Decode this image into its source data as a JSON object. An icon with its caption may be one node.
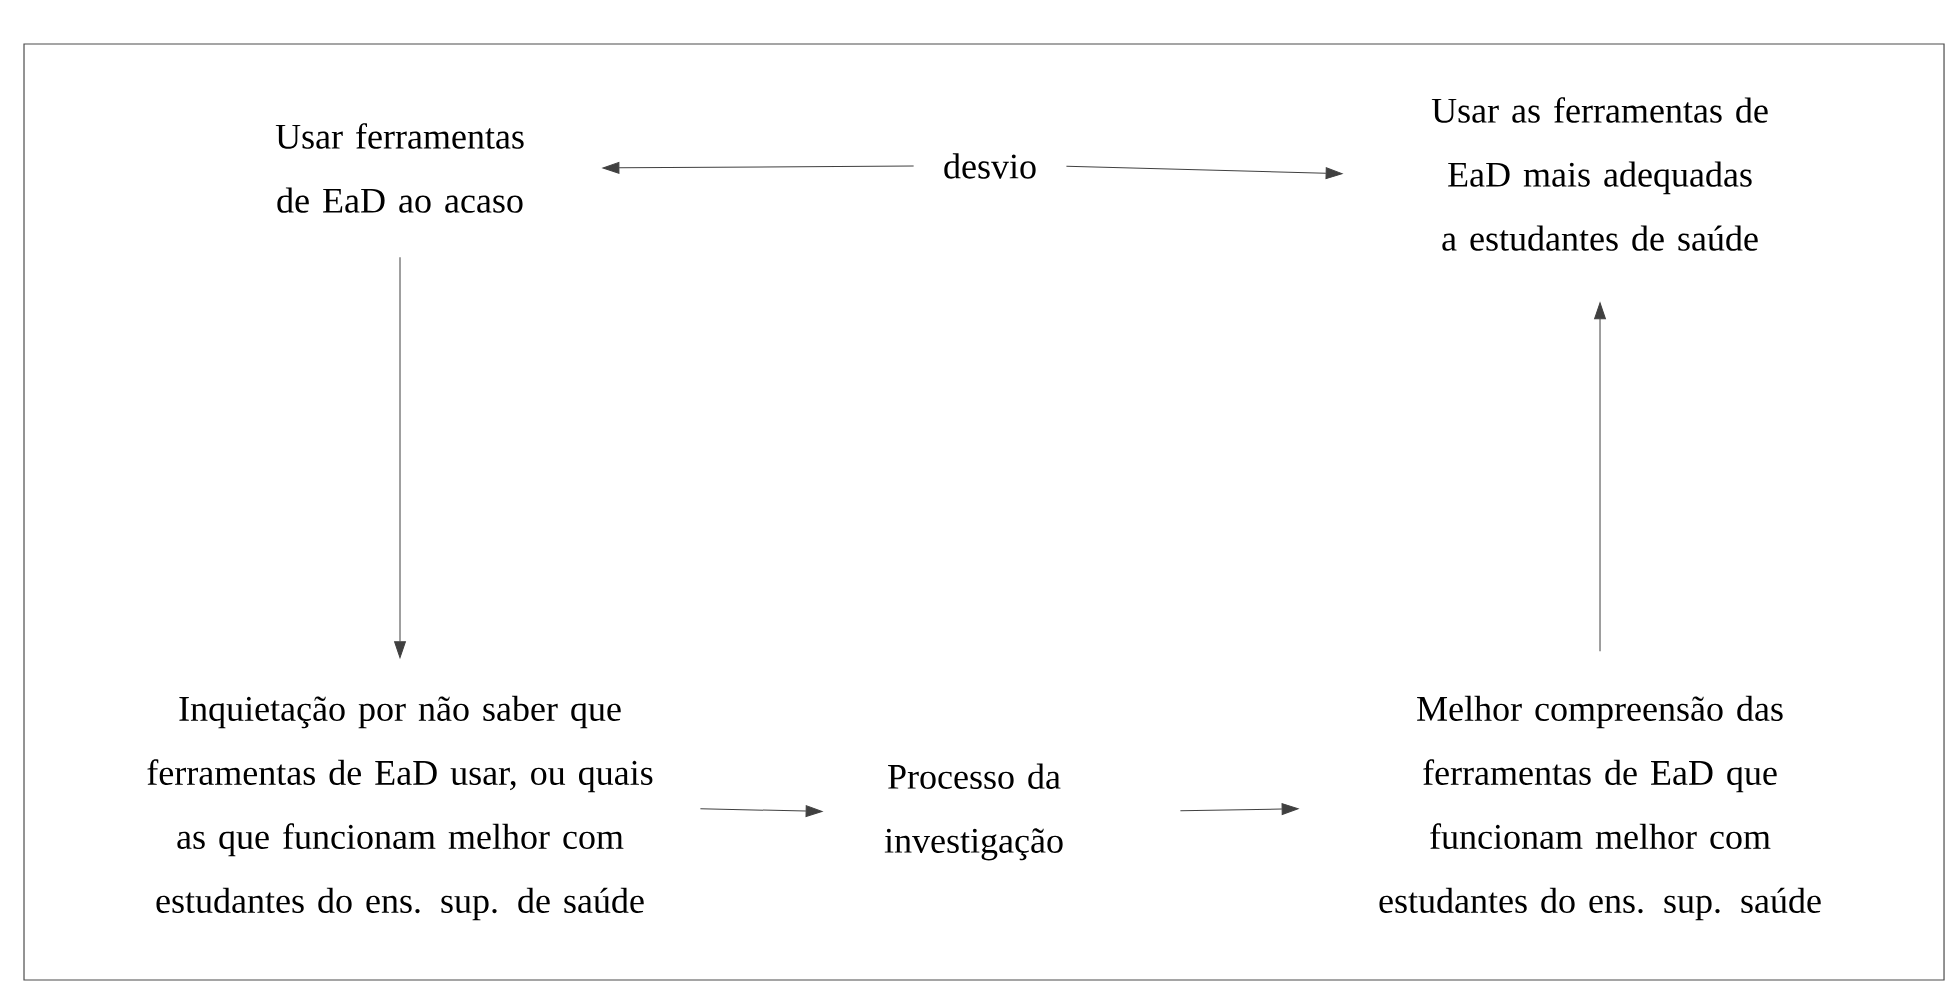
{
  "diagram": {
    "nodes": [
      {
        "text": [
          "Usar ferramentas de EaD ao acaso"
        ]
      },
      {
        "text": [
          "desvio"
        ]
      },
      {
        "text": [
          "Usar as ferramentas de EaD mais adequadas a estudantes de saúde"
        ]
      },
      {
        "text": [
          "Inquietação por não saber que ferramentas de EaD usar, ou quais as que funcionam melhor com estudantes do ens. sup. de saúde"
        ]
      },
      {
        "text": [
          "Processo da investigação"
        ]
      },
      {
        "text": [
          "Melhor compreensão das ferramentas de EaD que funcionam melhor com estudantes do ens. sup. saúde"
        ]
      }
    ],
    "edges": [
      {
        "from": 1,
        "to": 0,
        "arrow": "to"
      },
      {
        "from": 1,
        "to": 2,
        "arrow": "to"
      },
      {
        "from": 0,
        "to": 3,
        "arrow": "to"
      },
      {
        "from": 3,
        "to": 4,
        "arrow": "to"
      },
      {
        "from": 4,
        "to": 5,
        "arrow": "to"
      },
      {
        "from": 5,
        "to": 2,
        "arrow": "to"
      }
    ]
  }
}
